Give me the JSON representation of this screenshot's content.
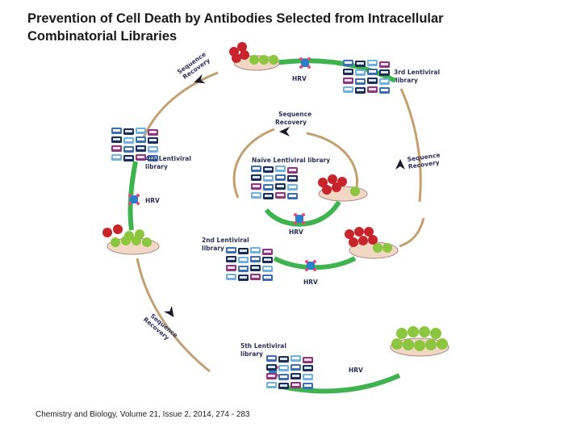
{
  "title": "Prevention of Cell Death by Antibodies Selected from Intracellular Combinatorial Libraries",
  "citation": "Chemistry and Biology, Volume 21, Issue 2, 2014, 274 - 283",
  "labels": {
    "seq_recovery_top_l1": "Sequence",
    "seq_recovery_top_l2": "Recovery",
    "hrv_top": "HRV",
    "third_lib_l1": "3rd Lentiviral",
    "third_lib_l2": "library",
    "seq_recovery_center_l1": "Sequence",
    "seq_recovery_center_l2": "Recovery",
    "seq_recovery_right_l1": "Sequence",
    "seq_recovery_right_l2": "Recovery",
    "fourth_lib_l1": "4th Lentiviral",
    "fourth_lib_l2": "library",
    "naive_lib": "Naïve Lentiviral library",
    "hrv_left": "HRV",
    "hrv_center": "HRV",
    "second_lib_l1": "2nd Lentiviral",
    "second_lib_l2": "library",
    "hrv_mid": "HRV",
    "seq_recovery_bottom_l1": "Sequence",
    "seq_recovery_bottom_l2": "Recovery",
    "fifth_lib_l1": "5th Lentiviral",
    "fifth_lib_l2": "library",
    "hrv_bottom": "HRV"
  },
  "colors": {
    "green_arc": "#3fb34f",
    "tan_arc": "#c4a070",
    "dead_cell": "#c8242b",
    "live_cell": "#8cc63f",
    "dish": "#f2d7c4",
    "arrow": "#1a1a2a",
    "virus": "#2b7fc9"
  }
}
